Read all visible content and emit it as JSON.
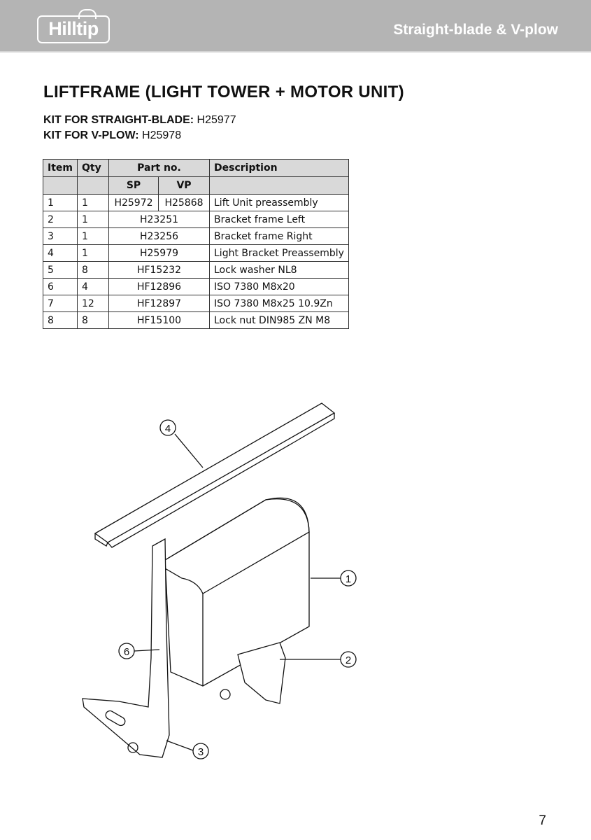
{
  "header": {
    "logo_text": "Hilltip",
    "title": "Straight-blade & V-plow"
  },
  "page_title": "LIFTFRAME (LIGHT TOWER + MOTOR UNIT)",
  "kits": [
    {
      "label": "KIT FOR STRAIGHT-BLADE:",
      "value": "H25977"
    },
    {
      "label": "KIT FOR V-PLOW:",
      "value": "H25978"
    }
  ],
  "table": {
    "headers": {
      "item": "Item",
      "qty": "Qty",
      "part_no": "Part no.",
      "description": "Description",
      "sp": "SP",
      "vp": "VP"
    },
    "rows": [
      {
        "item": "1",
        "qty": "1",
        "sp": "H25972",
        "vp": "H25868",
        "description": "Lift Unit preassembly"
      },
      {
        "item": "2",
        "qty": "1",
        "part": "H23251",
        "description": "Bracket frame Left"
      },
      {
        "item": "3",
        "qty": "1",
        "part": "H23256",
        "description": "Bracket frame Right"
      },
      {
        "item": "4",
        "qty": "1",
        "part": "H25979",
        "description": "Light Bracket Preassembly"
      },
      {
        "item": "5",
        "qty": "8",
        "part": "HF15232",
        "description": "Lock washer NL8"
      },
      {
        "item": "6",
        "qty": "4",
        "part": "HF12896",
        "description": "ISO 7380 M8x20"
      },
      {
        "item": "7",
        "qty": "12",
        "part": "HF12897",
        "description": "ISO 7380 M8x25 10.9Zn"
      },
      {
        "item": "8",
        "qty": "8",
        "part": "HF15100",
        "description": "Lock nut DIN985 ZN M8"
      }
    ]
  },
  "callouts": [
    "4",
    "1",
    "2",
    "6",
    "3"
  ],
  "page_number": "7"
}
